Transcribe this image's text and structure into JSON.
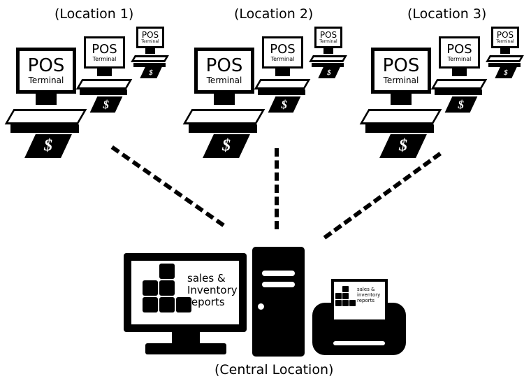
{
  "locations": [
    {
      "label": "(Location 1)"
    },
    {
      "label": "(Location 2)"
    },
    {
      "label": "(Location 3)"
    }
  ],
  "terminal": {
    "title": "POS",
    "subtitle": "Terminal",
    "currency_symbol": "$"
  },
  "central": {
    "label": "(Central Location)",
    "monitor_text": "sales &\nInventory\nreports",
    "printer_text": "sales &\ninventory\nreports"
  },
  "colors": {
    "ink": "#000000",
    "background": "#ffffff"
  }
}
